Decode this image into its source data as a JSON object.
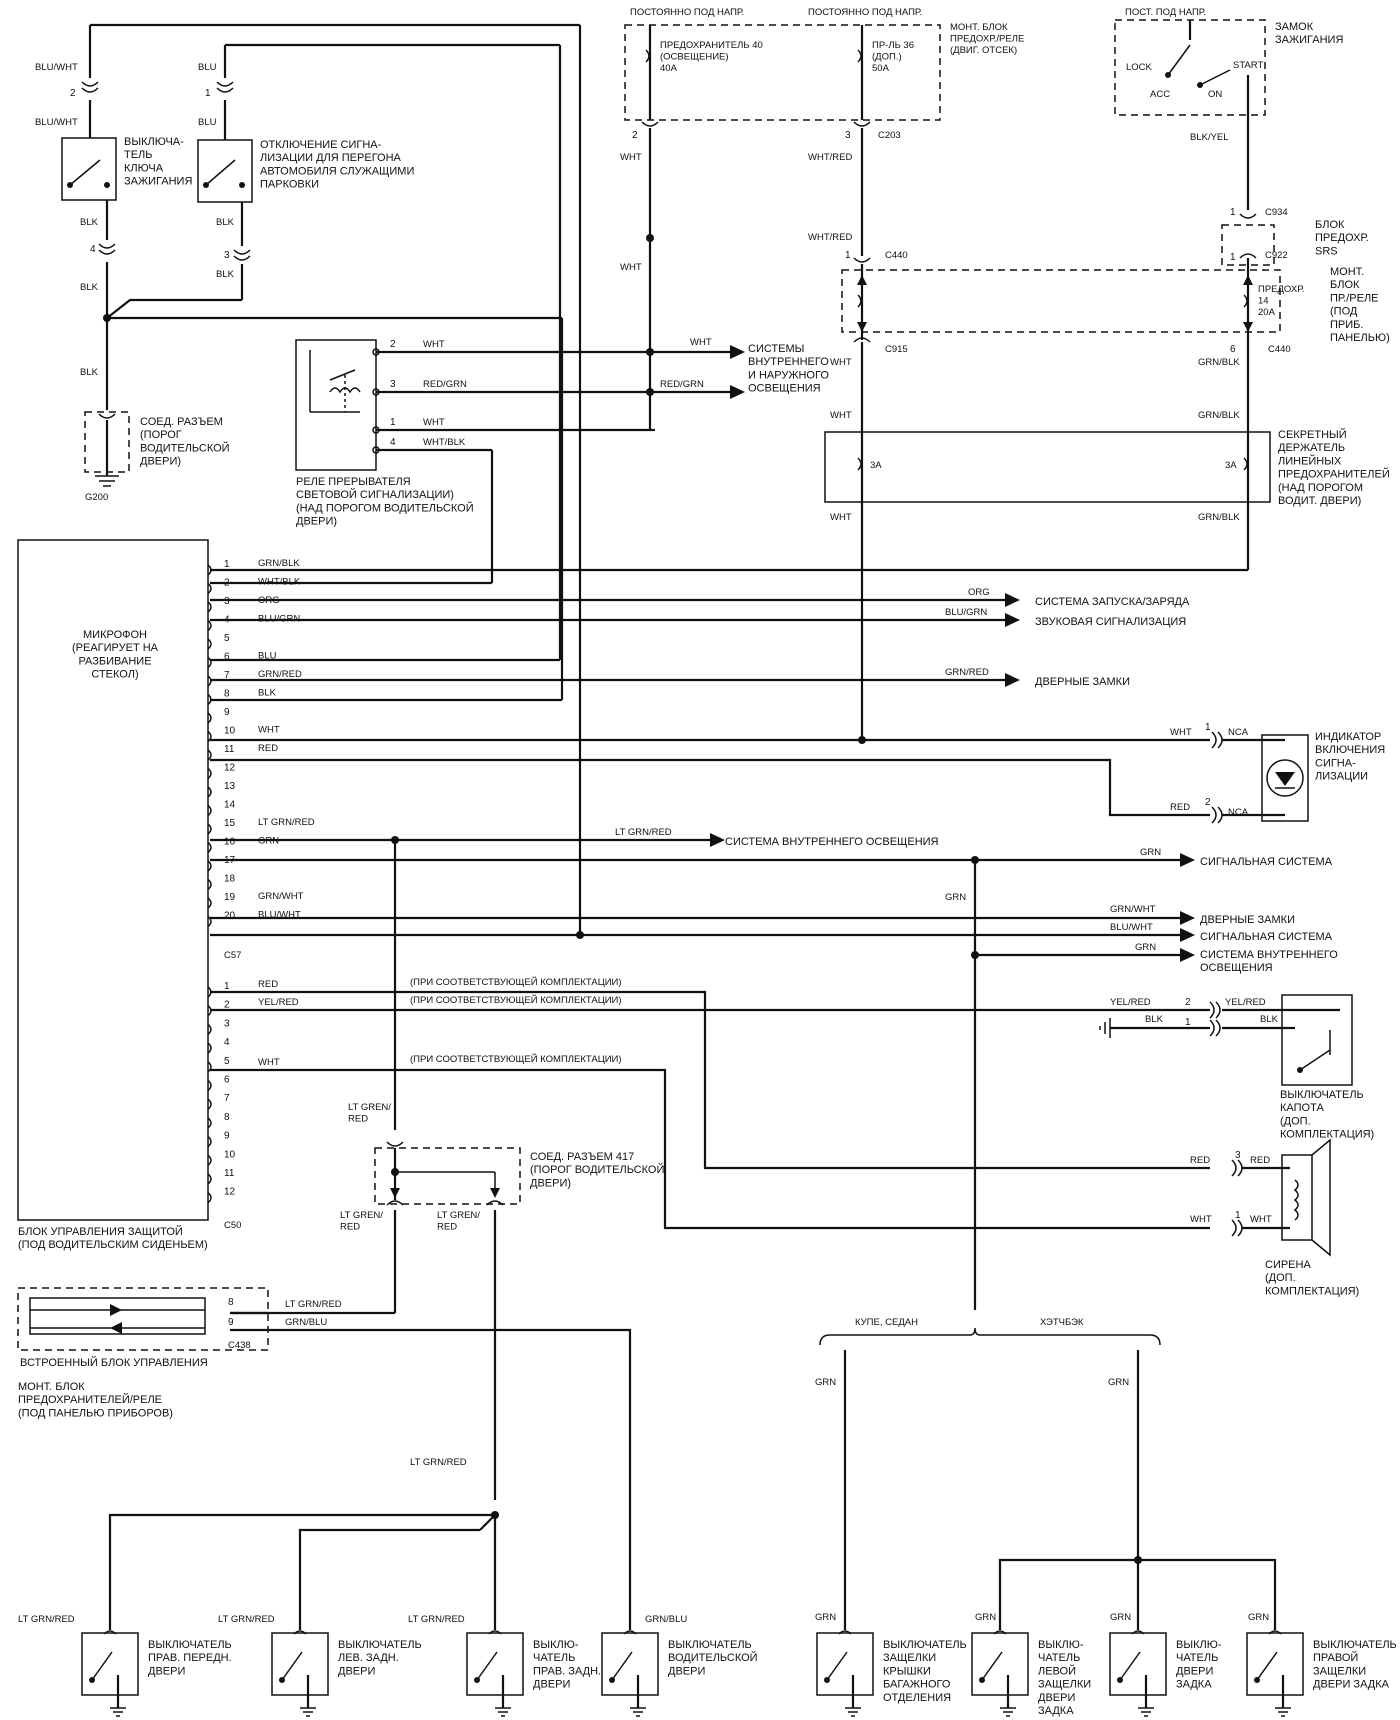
{
  "supply": {
    "fuse40_top": "ПОСТОЯННО ПОД НАПР.",
    "fuse36_top": "ПОСТОЯННО ПОД НАПР.",
    "fuse40": "ПРЕДОХРАНИТЕЛЬ 40\n(ОСВЕЩЕНИЕ)\n40A",
    "fuse36": "ПР-ЛЬ 36\n(ДОП.)\n50A",
    "engine_box": "МОНТ. БЛОК\nПРЕДОХР./РЕЛЕ\n(ДВИГ. ОТСЕК)",
    "ign_top": "ПОСТ. ПОД НАПР.",
    "ign_title": "ЗАМОК\nЗАЖИГАНИЯ",
    "ign_lock": "LOCK",
    "ign_acc": "ACC",
    "ign_on": "ON",
    "ign_start": "START"
  },
  "wires": {
    "blu_wht": "BLU/WHT",
    "blu": "BLU",
    "blk": "BLK",
    "wht": "WHT",
    "wht_red": "WHT/RED",
    "blk_yel": "BLK/YEL",
    "grn_blk": "GRN/BLK",
    "red_grn": "RED/GRN",
    "wht_blk": "WHT/BLK",
    "org": "ORG",
    "blu_grn": "BLU/GRN",
    "grn_red": "GRN/RED",
    "red": "RED",
    "lt_grn_red": "LT GRN/RED",
    "grn": "GRN",
    "grn_wht": "GRN/WHT",
    "yel_red": "YEL/RED",
    "grn_blu": "GRN/BLU",
    "lt_gren_red": "LT GREN/\nRED",
    "lt_grn_red_brk": "LT GRN/\nRED"
  },
  "connectors": {
    "c203": "C203",
    "c440": "C440",
    "c915": "C915",
    "c934": "C934",
    "c922": "C922",
    "c57": "C57",
    "c50": "C50",
    "c438": "C438",
    "g200": "G200",
    "nca": "NCA"
  },
  "components": {
    "key_switch": "ВЫКЛЮЧА-\nТЕЛЬ\nКЛЮЧА\nЗАЖИГАНИЯ",
    "valet_switch": "ОТКЛЮЧЕНИЕ СИГНА-\nЛИЗАЦИИ ДЛЯ ПЕРЕГОНА\nАВТОМОБИЛЯ СЛУЖАЩИМИ\nПАРКОВКИ",
    "ground_conn": "СОЕД. РАЗЪЕМ\n(ПОРОГ\nВОДИТЕЛЬСКОЙ\nДВЕРИ)",
    "relay": "РЕЛЕ ПРЕРЫВАТЕЛЯ\nСВЕТОВОЙ СИГНАЛИЗАЦИИ)\n(НАД ПОРОГОМ ВОДИТЕЛЬСКОЙ\nДВЕРИ)",
    "lights": "СИСТЕМЫ\nВНУТРЕННЕГО\nИ НАРУЖНОГО\nОСВЕЩЕНИЯ",
    "srs_box": "БЛОК\nПРЕДОХР.\nSRS",
    "dash_box": "МОНТ.\nБЛОК\nПР./РЕЛЕ\n(ПОД\nПРИБ.\nПАНЕЛЬЮ)",
    "fuse14": "ПРЕДОХР.\n14\n20A",
    "secret_holder": "СЕКРЕТНЫЙ\nДЕРЖАТЕЛЬ\nЛИНЕЙНЫХ\nПРЕДОХРАНИТЕЛЕЙ\n(НАД ПОРОГОМ\nВОДИТ. ДВЕРИ)",
    "fuse3a": "3A",
    "mic": "МИКРОФОН\n(РЕАГИРУЕТ НА\nРАЗБИВАНИЕ\nСТЕКОЛ)",
    "control_unit": "БЛОК УПРАВЛЕНИЯ ЗАЩИТОЙ\n(ПОД ВОДИТЕЛЬСКИМ СИДЕНЬЕМ)",
    "indicator": "ИНДИКАТОР\nВКЛЮЧЕНИЯ\nСИГНА-\nЛИЗАЦИИ",
    "hood_switch": "ВЫКЛЮЧАТЕЛЬ\nКАПОТА\n(ДОП.\nКОМПЛЕКТАЦИЯ)",
    "siren": "СИРЕНА\n(ДОП.\nКОМПЛЕКТАЦИЯ)",
    "conn417": "СОЕД. РАЗЪЕМ 417\n(ПОРОГ ВОДИТЕЛЬСКОЙ\nДВЕРИ)",
    "builtin_unit": "ВСТРОЕННЫЙ БЛОК УПРАВЛЕНИЯ",
    "dash_box2": "МОНТ. БЛОК\nПРЕДОХРАНИТЕЛЕЙ/РЕЛЕ\n(ПОД ПАНЕЛЬЮ ПРИБОРОВ)",
    "option": "(ПРИ СООТВЕТСТВУЮЩЕЙ КОМПЛЕКТАЦИИ)",
    "coupe": "КУПЕ, СЕДАН",
    "hatch": "ХЭТЧБЭК"
  },
  "destinations": {
    "start_charge": "СИСТЕМА ЗАПУСКА/ЗАРЯДА",
    "horn": "ЗВУКОВАЯ СИГНАЛИЗАЦИЯ",
    "door_locks": "ДВЕРНЫЕ ЗАМКИ",
    "interior_light": "СИСТЕМА ВНУТРЕННЕГО ОСВЕЩЕНИЯ",
    "alarm": "СИГНАЛЬНАЯ СИСТЕМА",
    "door_locks2": "ДВЕРНЫЕ ЗАМКИ",
    "alarm2": "СИГНАЛЬНАЯ СИСТЕМА",
    "interior_light2": "СИСТЕМА ВНУТРЕННЕГО\nОСВЕЩЕНИЯ"
  },
  "switches": {
    "rf_door": "ВЫКЛЮЧАТЕЛЬ\nПРАВ. ПЕРЕДН.\nДВЕРИ",
    "lr_door": "ВЫКЛЮЧАТЕЛЬ\nЛЕВ. ЗАДН.\nДВЕРИ",
    "rr_door": "ВЫКЛЮ-\nЧАТЕЛЬ\nПРАВ. ЗАДН.\nДВЕРИ",
    "driver_door": "ВЫКЛЮЧАТЕЛЬ\nВОДИТЕЛЬСКОЙ\nДВЕРИ",
    "trunk": "ВЫКЛЮЧАТЕЛЬ\nЗАЩЕЛКИ\nКРЫШКИ\nБАГАЖНОГО\nОТДЕЛЕНИЯ",
    "left_latch": "ВЫКЛЮ-\nЧАТЕЛЬ\nЛЕВОЙ\nЗАЩЕЛКИ\nДВЕРИ\nЗАДКА",
    "tailgate": "ВЫКЛЮ-\nЧАТЕЛЬ\nДВЕРИ\nЗАДКА",
    "right_latch": "ВЫКЛЮЧАТЕЛЬ\nПРАВОЙ\nЗАЩЕЛКИ\nДВЕРИ ЗАДКА"
  },
  "pins": {
    "c57": [
      "1",
      "2",
      "3",
      "4",
      "5",
      "6",
      "7",
      "8",
      "9",
      "10",
      "11",
      "12",
      "13",
      "14",
      "15",
      "16",
      "17",
      "18",
      "19",
      "20"
    ],
    "c50": [
      "1",
      "2",
      "3",
      "4",
      "5",
      "6",
      "7",
      "8",
      "9",
      "10",
      "11",
      "12"
    ],
    "c57_wires": [
      "GRN/BLK",
      "WHT/BLK",
      "ORG",
      "BLU/GRN",
      "",
      "BLU",
      "GRN/RED",
      "BLK",
      "",
      "WHT",
      "RED",
      "",
      "",
      "",
      "LT GRN/RED",
      "GRN",
      "",
      "",
      "GRN/WHT",
      "BLU/WHT"
    ],
    "c50_wires": [
      "RED",
      "YEL/RED",
      "",
      "",
      "WHT",
      "",
      "",
      "",
      "",
      "",
      "",
      ""
    ],
    "misc": [
      "1",
      "2",
      "3",
      "4",
      "5",
      "6",
      "8",
      "9"
    ]
  }
}
